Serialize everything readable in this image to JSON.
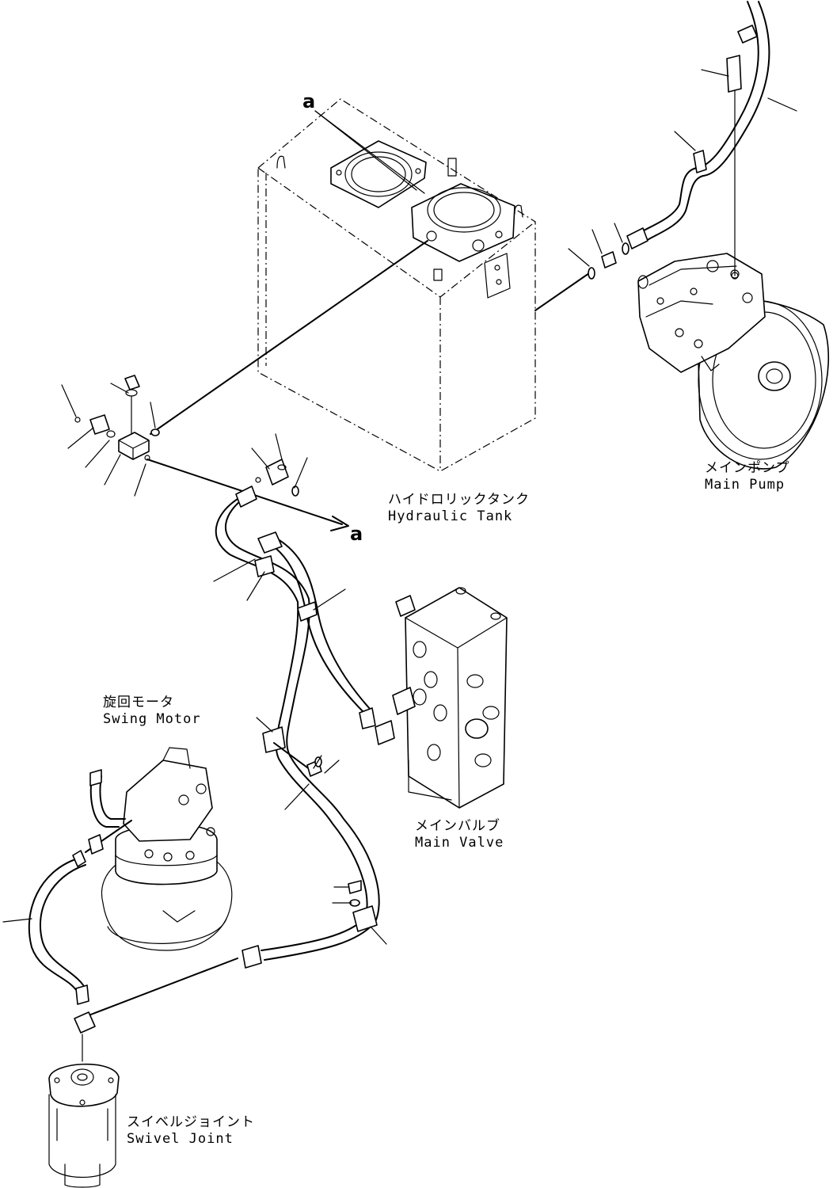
{
  "components": {
    "hydraulic_tank": {
      "jp": "ハイドロリックタンク",
      "en": "Hydraulic Tank"
    },
    "main_pump": {
      "jp": "メインポンプ",
      "en": "Main Pump"
    },
    "swing_motor": {
      "jp": "旋回モータ",
      "en": "Swing Motor"
    },
    "main_valve": {
      "jp": "メインバルブ",
      "en": "Main Valve"
    },
    "swivel_joint": {
      "jp": "スイベルジョイント",
      "en": "Swivel Joint"
    }
  },
  "reference_marks": {
    "a_top": "a",
    "a_arrow": "a"
  }
}
